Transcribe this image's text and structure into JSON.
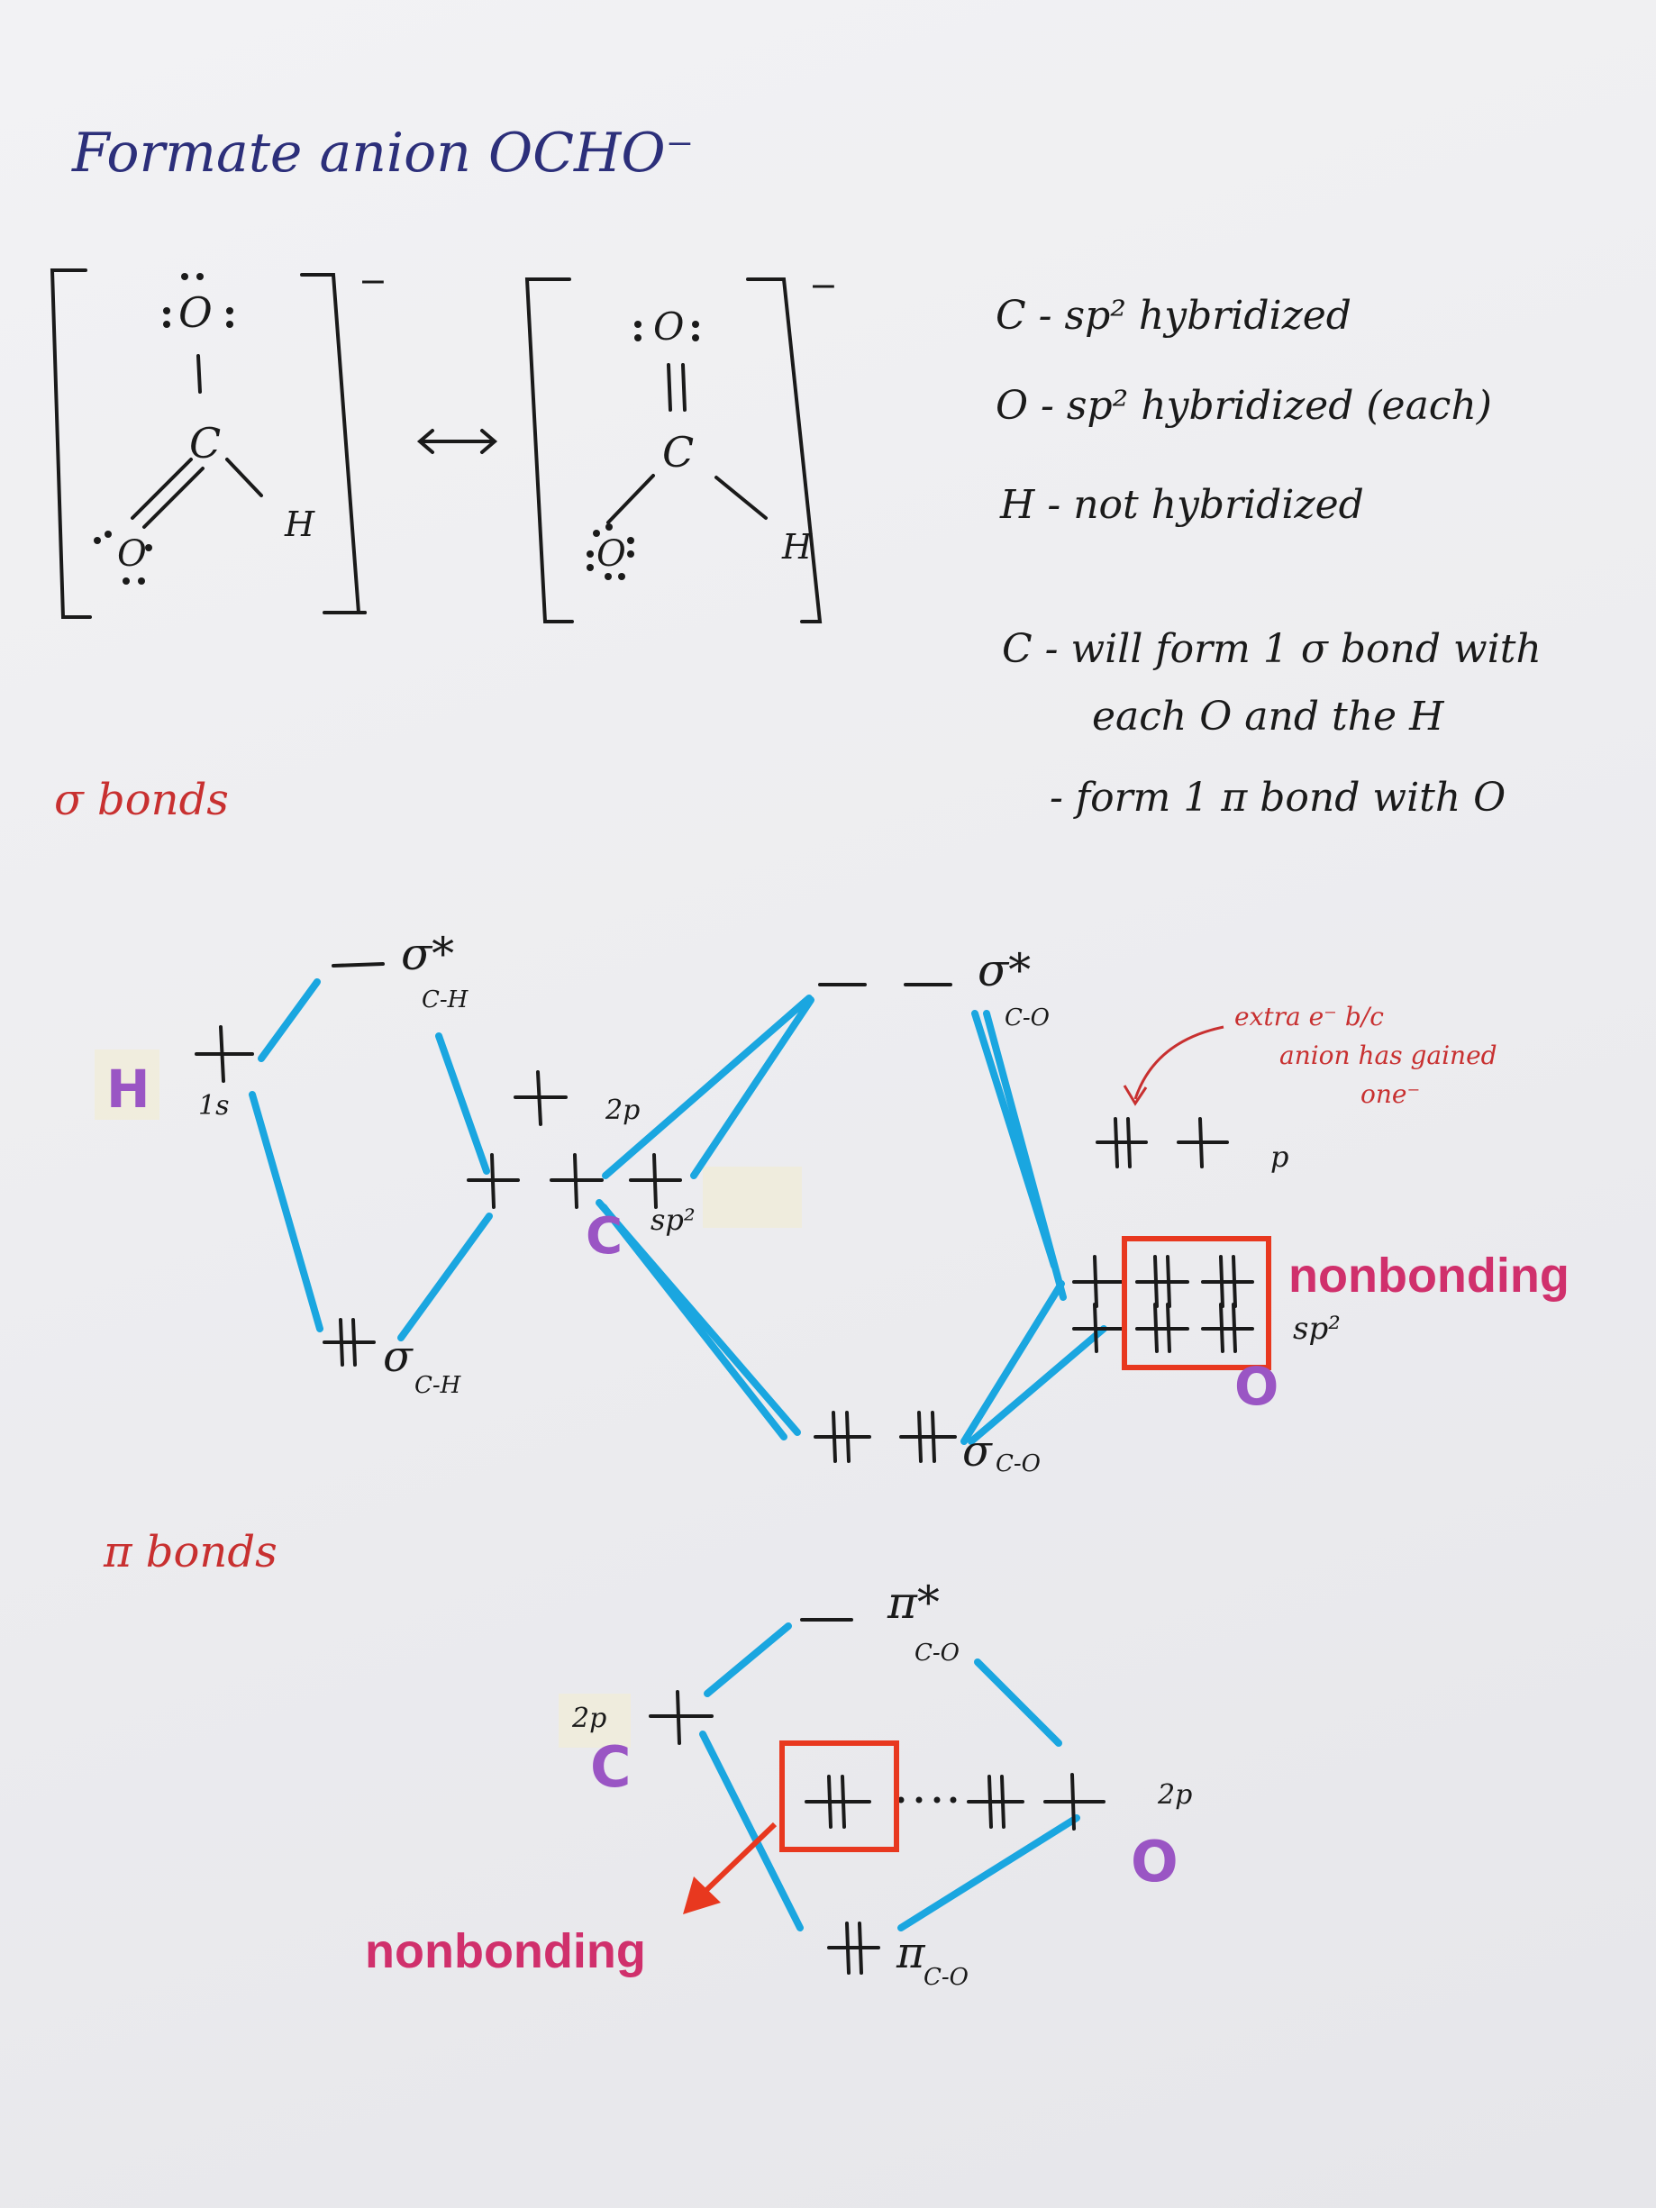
{
  "title": "Formate anion OCHO⁻",
  "notes": {
    "c_hybrid": "C - sp² hybridized",
    "o_hybrid": "O - sp² hybridized (each)",
    "h_hybrid": "H - not hybridized",
    "c_bonds_1": "C - will form 1 σ bond with",
    "c_bonds_2": "each O and the H",
    "c_bonds_3": "- form 1 π bond with O"
  },
  "lewis": {
    "o": "O",
    "c": "C",
    "h": "H",
    "charge": "−",
    "resonance_arrow": "⟷"
  },
  "sigma": {
    "heading": "σ bonds",
    "h_atom": "H",
    "h_orbital": "1s",
    "c_atom": "C",
    "c_2p": "2p",
    "c_sp2": "sp²",
    "o_atom": "O",
    "o_p": "p",
    "o_sp2": "sp²",
    "sigma_ch_star": "σ*",
    "sigma_ch_star_sub": "C-H",
    "sigma_ch": "σ",
    "sigma_ch_sub": "C-H",
    "sigma_co_star": "σ*",
    "sigma_co_star_sub": "C-O",
    "sigma_co": "σ",
    "sigma_co_sub": "C-O",
    "extra_note_1": "extra e⁻ b/c",
    "extra_note_2": "anion has gained",
    "extra_note_3": "one⁻",
    "nonbonding": "nonbonding"
  },
  "pi": {
    "heading": "π bonds",
    "c_atom": "C",
    "c_2p": "2p",
    "o_atom": "O",
    "o_2p": "2p",
    "pi_star": "π*",
    "pi_star_sub": "C-O",
    "pi": "π",
    "pi_sub": "C-O",
    "nonbonding": "nonbonding"
  },
  "colors": {
    "line": "#1aa6e0",
    "box": "#e8381f",
    "arrow": "#e8381f",
    "pink": "#d0306c",
    "purple": "#9a55c4",
    "ink": "#1a1a1a"
  }
}
